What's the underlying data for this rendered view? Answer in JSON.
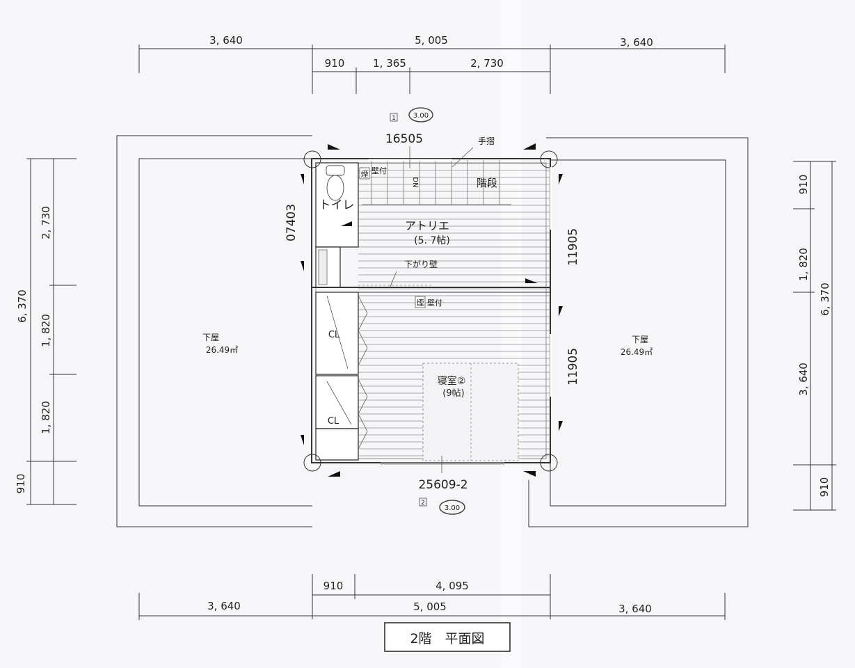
{
  "title": "2階　平面図",
  "dimensions": {
    "top_outer": [
      "3, 640",
      "5, 005",
      "3, 640"
    ],
    "top_inner": [
      "910",
      "1, 365",
      "2, 730"
    ],
    "bottom_inner": [
      "910",
      "4, 095"
    ],
    "bottom_outer": [
      "3, 640",
      "5, 005",
      "3, 640"
    ],
    "left_total": "6, 370",
    "left_parts": [
      "2, 730",
      "1, 820",
      "1, 820",
      "910"
    ],
    "right_total": "6, 370",
    "right_parts": [
      "910",
      "1, 820",
      "3, 640",
      "910"
    ]
  },
  "markers": {
    "top": {
      "number": "1",
      "height": "3.00"
    },
    "bottom": {
      "number": "2",
      "height": "3.00"
    }
  },
  "window_codes": {
    "north": "16505",
    "west": "07403",
    "east_upper": "11905",
    "east_lower": "11905",
    "south": "25609-2"
  },
  "rooms": {
    "toilet": "トイレ",
    "atelier": "アトリエ",
    "atelier_size": "(5. 7帖)",
    "stairs": "階段",
    "handrail": "手摺",
    "down": "DN",
    "soffit": "下がり壁",
    "smoke_detector": "煙",
    "wall_mounted": "壁付",
    "closet": "CL",
    "bedroom": "寝室②",
    "bedroom_size": "(9帖)",
    "lower_roof": "下屋",
    "lower_roof_area": "26.49㎡"
  }
}
